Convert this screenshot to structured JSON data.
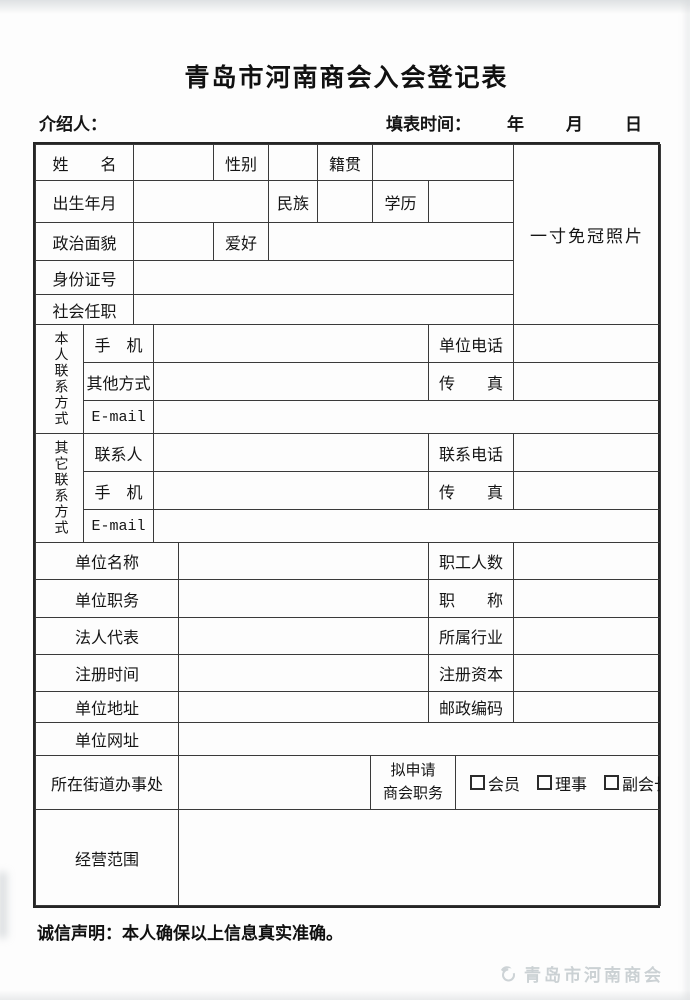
{
  "doc": {
    "title": "青岛市河南商会入会登记表",
    "meta": {
      "introducer": "介绍人：",
      "fill_time": "填表时间：",
      "year": "年",
      "month": "月",
      "day": "日"
    },
    "photo_label": "一寸免冠照片",
    "basic": {
      "name": "姓　　名",
      "gender": "性别",
      "native_place": "籍贯",
      "birth": "出生年月",
      "ethnicity": "民族",
      "education": "学历",
      "political": "政治面貌",
      "hobby": "爱好",
      "id_number": "身份证号",
      "social_post": "社会任职"
    },
    "contact_self": {
      "group": "本人联系方式",
      "mobile": "手　机",
      "work_phone": "单位电话",
      "other_way": "其他方式",
      "fax": "传　　真",
      "email": "E-mail"
    },
    "contact_other": {
      "group": "其它联系方式",
      "person": "联系人",
      "phone": "联系电话",
      "mobile": "手　机",
      "fax": "传　　真",
      "email": "E-mail"
    },
    "company": {
      "name": "单位名称",
      "staff_count": "职工人数",
      "position": "单位职务",
      "job_title": "职　　称",
      "legal_rep": "法人代表",
      "industry": "所属行业",
      "reg_time": "注册时间",
      "reg_capital": "注册资本",
      "address": "单位地址",
      "postcode": "邮政编码",
      "website": "单位网址",
      "street_office": "所在街道办事处",
      "apply_line1": "拟申请",
      "apply_line2": "商会职务",
      "apply_options": [
        "会员",
        "理事",
        "副会长"
      ],
      "business_scope": "经营范围"
    },
    "declaration": "诚信声明：本人确保以上信息真实准确。",
    "watermark": "青岛市河南商会"
  }
}
